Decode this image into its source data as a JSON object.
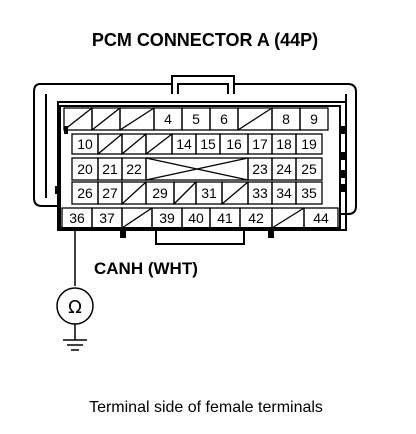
{
  "title": "PCM CONNECTOR A (44P)",
  "probe_label": "CANH (WHT)",
  "meter_symbol": "Ω",
  "caption": "Terminal side of female terminals",
  "pins": {
    "p4": "4",
    "p5": "5",
    "p6": "6",
    "p8": "8",
    "p9": "9",
    "p10": "10",
    "p14": "14",
    "p15": "15",
    "p16": "16",
    "p17": "17",
    "p18": "18",
    "p19": "19",
    "p20": "20",
    "p21": "21",
    "p22": "22",
    "p23": "23",
    "p24": "24",
    "p25": "25",
    "p26": "26",
    "p27": "27",
    "p29": "29",
    "p31": "31",
    "p33": "33",
    "p34": "34",
    "p35": "35",
    "p36": "36",
    "p37": "37",
    "p39": "39",
    "p40": "40",
    "p41": "41",
    "p42": "42",
    "p44": "44"
  }
}
